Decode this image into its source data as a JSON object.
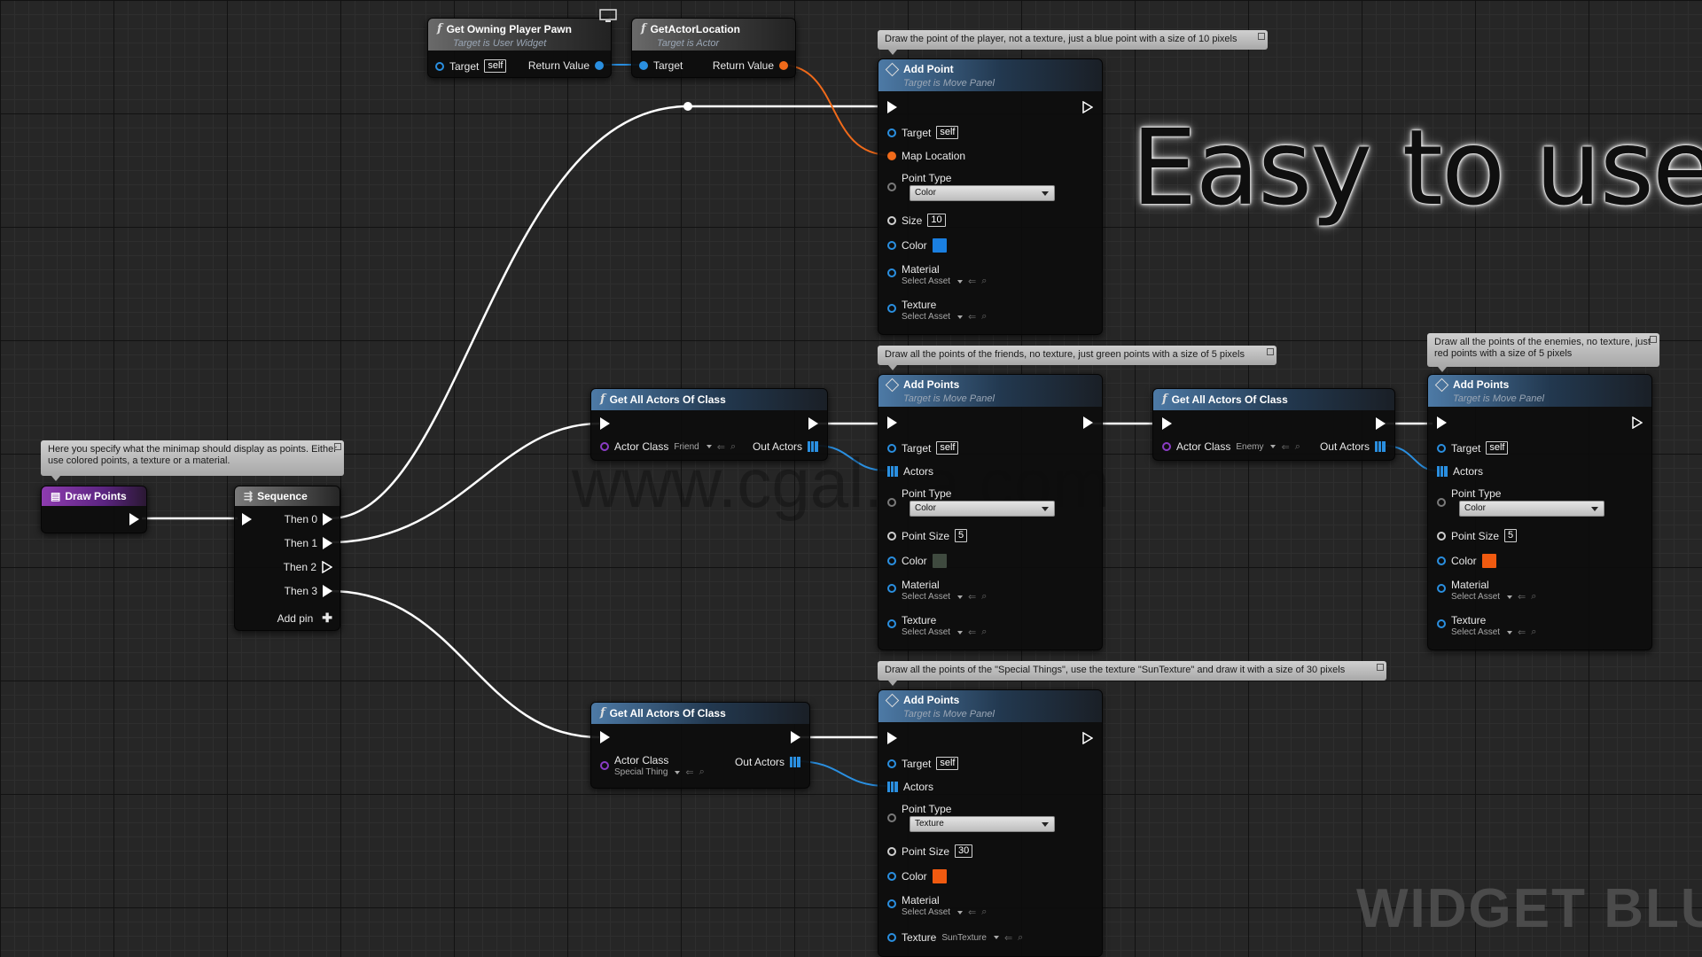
{
  "headline": "Easy to use!",
  "watermark": "WIDGET BLUE",
  "site_watermark": "www.cgal...a.com",
  "comments": {
    "intro": "Here you specify what the minimap should display as points. Either use colored points, a texture or a material.",
    "player": "Draw the point of the player, not a texture, just a blue point with a size of 10 pixels",
    "friends": "Draw all the points of the friends, no texture, just green points with a size of 5 pixels",
    "enemies": "Draw all the points of the enemies, no texture, just red points with a size of 5 pixels",
    "special": "Draw all the points of the \"Special Things\", use the texture \"SunTexture\" and draw it with a size of 30 pixels"
  },
  "draw_points": {
    "title": "Draw Points"
  },
  "sequence": {
    "title": "Sequence",
    "outputs": [
      "Then 0",
      "Then 1",
      "Then 2",
      "Then 3"
    ],
    "add_pin": "Add pin"
  },
  "get_owning_pawn": {
    "title": "Get Owning Player Pawn",
    "subtitle": "Target is User Widget",
    "target": "Target",
    "self": "self",
    "return": "Return Value"
  },
  "get_actor_location": {
    "title": "GetActorLocation",
    "subtitle": "Target is Actor",
    "target": "Target",
    "return": "Return Value"
  },
  "add_point": {
    "title": "Add Point",
    "subtitle": "Target is Move Panel",
    "target": "Target",
    "self": "self",
    "map_location": "Map Location",
    "point_type_label": "Point Type",
    "point_type": "Color",
    "size_label": "Size",
    "size": "10",
    "color_label": "Color",
    "color": "#1a7fe0",
    "material_label": "Material",
    "material": "Select Asset",
    "texture_label": "Texture",
    "texture": "Select Asset"
  },
  "get_all_friends": {
    "title": "Get All Actors Of Class",
    "actor_class_label": "Actor Class",
    "actor_class": "Friend",
    "out": "Out Actors"
  },
  "get_all_enemies": {
    "title": "Get All Actors Of Class",
    "actor_class_label": "Actor Class",
    "actor_class": "Enemy",
    "out": "Out Actors"
  },
  "get_all_special": {
    "title": "Get All Actors Of Class",
    "actor_class_label": "Actor Class",
    "actor_class": "Special Thing",
    "out": "Out Actors"
  },
  "add_points_friends": {
    "title": "Add Points",
    "subtitle": "Target is Move Panel",
    "target": "Target",
    "self": "self",
    "actors": "Actors",
    "point_type_label": "Point Type",
    "point_type": "Color",
    "size_label": "Point Size",
    "size": "5",
    "color_label": "Color",
    "color": "#3f4a3f",
    "material_label": "Material",
    "material": "Select Asset",
    "texture_label": "Texture",
    "texture": "Select Asset"
  },
  "add_points_enemies": {
    "title": "Add Points",
    "subtitle": "Target is Move Panel",
    "target": "Target",
    "self": "self",
    "actors": "Actors",
    "point_type_label": "Point Type",
    "point_type": "Color",
    "size_label": "Point Size",
    "size": "5",
    "color_label": "Color",
    "color": "#f05a10",
    "material_label": "Material",
    "material": "Select Asset",
    "texture_label": "Texture",
    "texture": "Select Asset"
  },
  "add_points_special": {
    "title": "Add Points",
    "subtitle": "Target is Move Panel",
    "target": "Target",
    "self": "self",
    "actors": "Actors",
    "point_type_label": "Point Type",
    "point_type": "Texture",
    "size_label": "Point Size",
    "size": "30",
    "color_label": "Color",
    "color": "#f05a10",
    "material_label": "Material",
    "material": "Select Asset",
    "texture_label": "Texture",
    "texture": "SunTexture"
  },
  "icons": {
    "function": "function-icon",
    "event": "event-icon",
    "sequence": "sequence-icon",
    "exec": "exec-pin-icon",
    "monitor": "monitor-icon",
    "browse": "browse-icon",
    "search": "search-icon"
  },
  "colors": {
    "exec_wire": "#ffffff",
    "object_wire": "#2a8fe0",
    "vector_wire": "#f06a1a",
    "function_header": "#4d7aa6",
    "event_header": "#8e3cb0"
  }
}
